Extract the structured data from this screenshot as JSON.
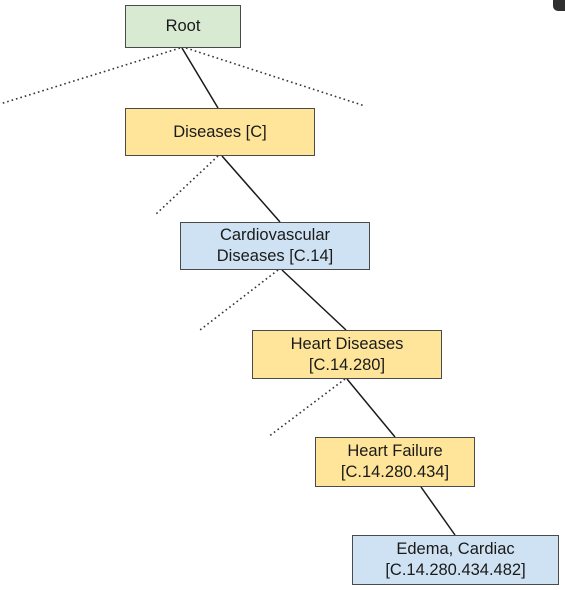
{
  "colors": {
    "root_fill": "#d9ead3",
    "yellow_fill": "#ffe599",
    "blue_fill": "#cfe2f3",
    "edge": "#1a1a1a",
    "dotted_edge": "#333333"
  },
  "tree": {
    "nodes": [
      {
        "id": "root",
        "lines": [
          "Root"
        ],
        "fill": "root_fill"
      },
      {
        "id": "diseases",
        "lines": [
          "Diseases [C]"
        ],
        "fill": "yellow_fill"
      },
      {
        "id": "cardiovascular",
        "lines": [
          "Cardiovascular",
          "Diseases [C.14]"
        ],
        "fill": "blue_fill"
      },
      {
        "id": "heart-diseases",
        "lines": [
          "Heart Diseases",
          "[C.14.280]"
        ],
        "fill": "yellow_fill"
      },
      {
        "id": "heart-failure",
        "lines": [
          "Heart Failure",
          "[C.14.280.434]"
        ],
        "fill": "yellow_fill"
      },
      {
        "id": "edema-cardiac",
        "lines": [
          "Edema, Cardiac",
          "[C.14.280.434.482]"
        ],
        "fill": "blue_fill"
      }
    ],
    "edges": [
      [
        "root",
        "diseases"
      ],
      [
        "diseases",
        "cardiovascular"
      ],
      [
        "cardiovascular",
        "heart-diseases"
      ],
      [
        "heart-diseases",
        "heart-failure"
      ],
      [
        "heart-failure",
        "edema-cardiac"
      ]
    ]
  }
}
